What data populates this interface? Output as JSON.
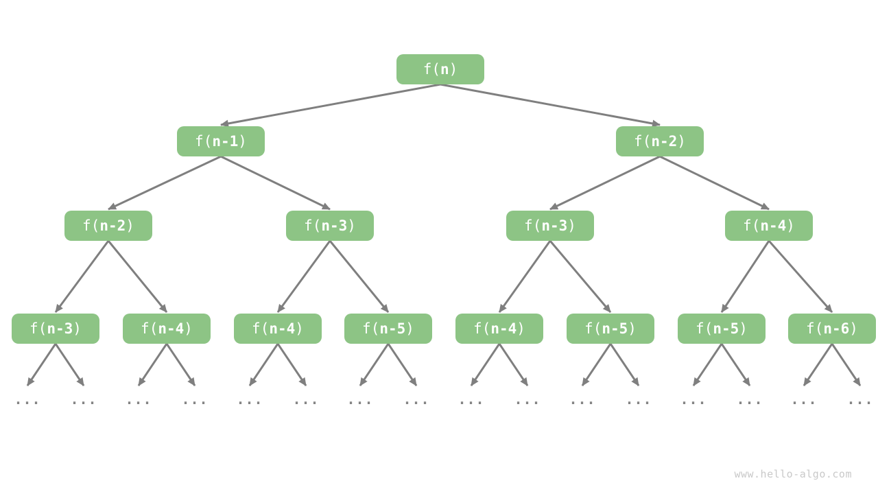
{
  "diagram": {
    "levels": [
      {
        "nodes": [
          "f(n)"
        ]
      },
      {
        "nodes": [
          "f(n-1)",
          "f(n-2)"
        ]
      },
      {
        "nodes": [
          "f(n-2)",
          "f(n-3)",
          "f(n-3)",
          "f(n-4)"
        ]
      },
      {
        "nodes": [
          "f(n-3)",
          "f(n-4)",
          "f(n-4)",
          "f(n-5)",
          "f(n-4)",
          "f(n-5)",
          "f(n-5)",
          "f(n-6)"
        ]
      }
    ],
    "ellipsis": "...",
    "ellipsis_count": 16
  },
  "watermark": "www.hello-algo.com",
  "colors": {
    "background": "#ffffff",
    "node_fill": "#8dc485",
    "node_text": "#ffffff",
    "arrow": "#7f7f7f",
    "ellipsis": "#848484",
    "watermark": "#c9c9c9"
  }
}
